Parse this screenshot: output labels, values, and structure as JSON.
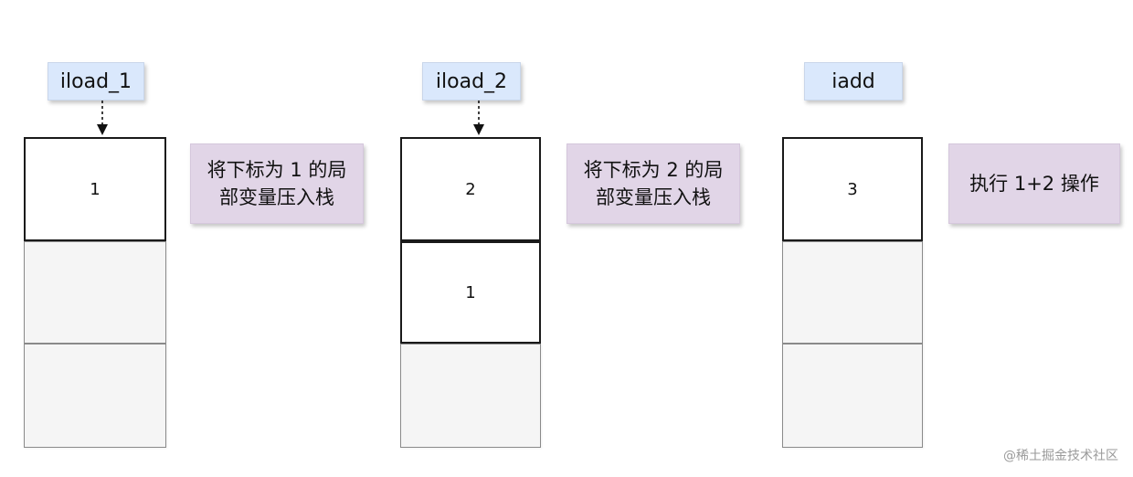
{
  "stages": [
    {
      "instruction": "iload_1",
      "stack": [
        "1",
        "",
        ""
      ],
      "note": "将下标为 1 的局部变量压入栈",
      "arrow": true
    },
    {
      "instruction": "iload_2",
      "stack": [
        "2",
        "1",
        ""
      ],
      "note": "将下标为 2 的局部变量压入栈",
      "arrow": true
    },
    {
      "instruction": "iadd",
      "stack": [
        "3",
        "",
        ""
      ],
      "note": "执行 1+2 操作",
      "arrow": false
    }
  ],
  "watermark": "@稀土掘金技术社区",
  "colors": {
    "instruction_fill": "#dae8fc",
    "note_fill": "#e1d5e7",
    "empty_cell_fill": "#f5f5f5",
    "filled_cell_fill": "#ffffff"
  }
}
